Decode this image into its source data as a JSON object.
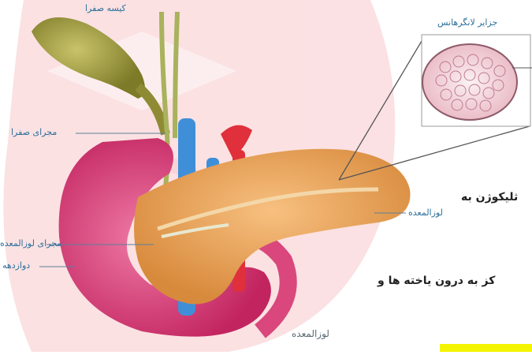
{
  "labels": {
    "gallbladder": "کیسه صفرا",
    "bile_duct": "مجرای صفرا",
    "pancreatic_duct": "مجرای لوزالمعده",
    "duodenum": "دوازدهه",
    "pancreas_right": "لوزالمعده",
    "pancreas_bottom": "لوزالمعده",
    "islets": "جزایر لانگرهانس"
  },
  "text_fragments": {
    "line1": "ثلیکوژن به",
    "line2": "کز به درون یاخته ها و"
  },
  "colors": {
    "watermark": "#f8c9cc",
    "label_blue": "#2b6f9a",
    "highlight": "#f4f400"
  }
}
